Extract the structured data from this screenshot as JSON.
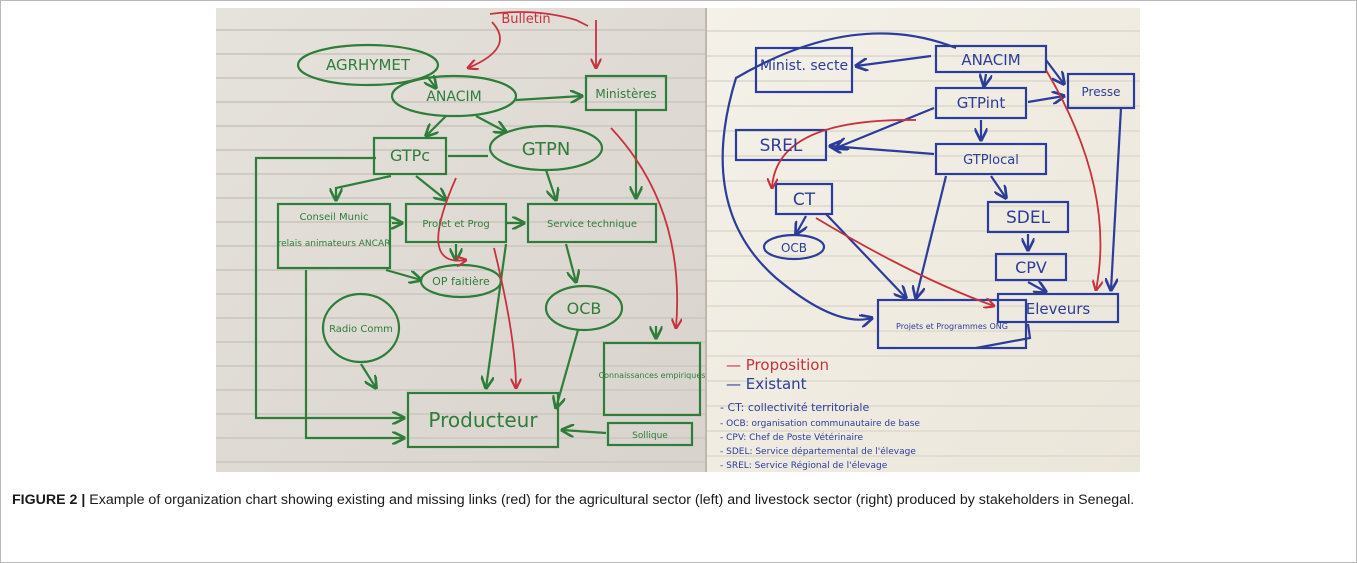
{
  "figure": {
    "label": "FIGURE 2 |",
    "caption": "Example of organization chart showing existing and missing links (red) for the agricultural sector (left) and livestock sector (right) produced by stakeholders in Senegal."
  },
  "left_chart": {
    "nodes": [
      "AGRHYMET",
      "Bulletin",
      "ANACIM",
      "Ministères",
      "GTPc",
      "GTPN",
      "Conseil Munic",
      "relais animateurs ANCAR",
      "Projet et Prog",
      "Service technique",
      "OP faitière",
      "Radio Comm",
      "OCB",
      "Connaissances empiriques",
      "Producteur",
      "Sollique"
    ]
  },
  "right_chart": {
    "nodes": [
      "Minist. secte",
      "ANACIM",
      "Presse",
      "GTPint",
      "SREL",
      "GTPlocal",
      "CT",
      "SDEL",
      "OCB",
      "CPV",
      "Eleveurs",
      "Projets et Programmes ONG"
    ],
    "legend": [
      "— Proposition",
      "— Existant"
    ],
    "notes": [
      "- CT: collectivité territoriale",
      "- OCB: organisation communautaire de base",
      "- CPV: Chef de Poste Vétérinaire",
      "- SDEL: Service départemental de l'élevage",
      "- SREL: Service Régional de l'élevage"
    ]
  },
  "colors": {
    "green": "#2f7d3a",
    "blue": "#2c3c9a",
    "red": "#c8323c"
  }
}
